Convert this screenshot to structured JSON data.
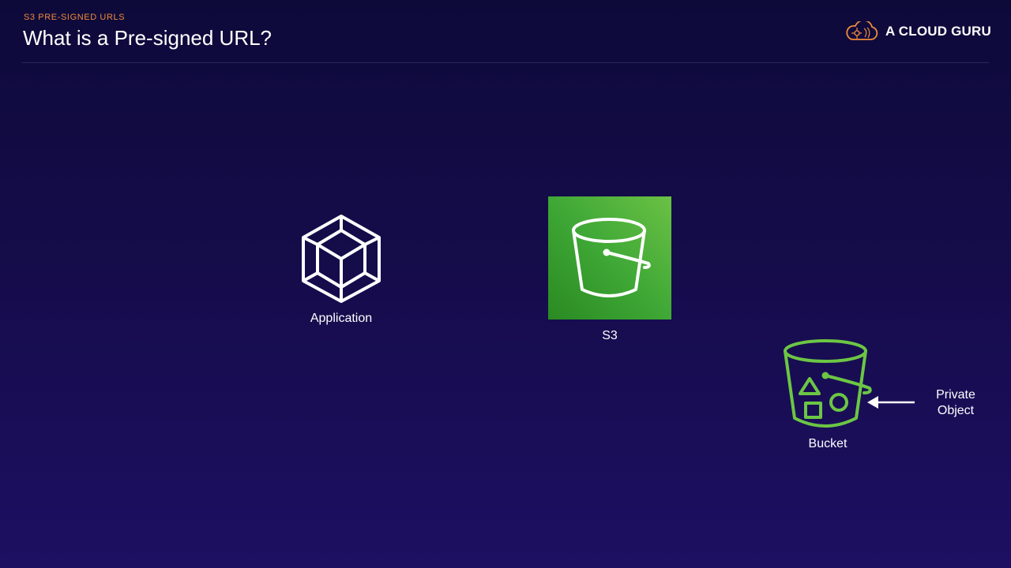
{
  "header": {
    "eyebrow": "S3 PRE-SIGNED URLS",
    "title": "What is a Pre-signed URL?"
  },
  "brand": {
    "name": "A CLOUD GURU",
    "icon": "cloud-logo-icon",
    "color": "#f08a3a"
  },
  "diagram": {
    "nodes": [
      {
        "id": "application",
        "label": "Application",
        "icon": "cube-icon"
      },
      {
        "id": "s3",
        "label": "S3",
        "icon": "bucket-icon",
        "color": "#3fa836"
      },
      {
        "id": "bucket",
        "label": "Bucket",
        "icon": "bucket-objects-icon",
        "color": "#6cc644"
      }
    ],
    "annotation": {
      "label_line1": "Private",
      "label_line2": "Object",
      "arrow": "left-arrow-icon"
    }
  },
  "colors": {
    "background_top": "#0d0a3a",
    "background_bottom": "#1d0f62",
    "accent": "#f08a3a"
  }
}
